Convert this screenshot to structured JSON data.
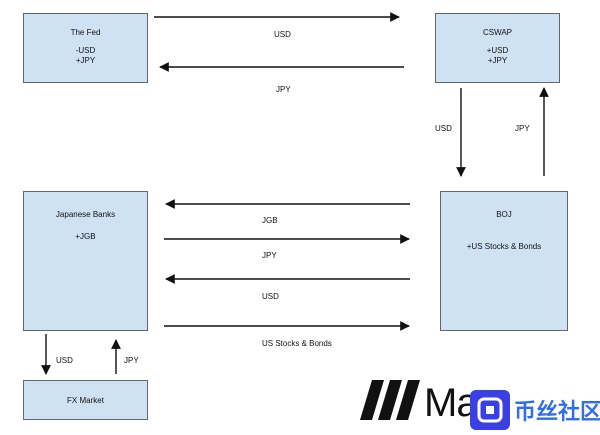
{
  "nodes": {
    "fed": {
      "title": "The Fed",
      "lines": [
        "-USD",
        "+JPY"
      ]
    },
    "cswap": {
      "title": "CSWAP",
      "lines": [
        "+USD",
        "+JPY"
      ]
    },
    "japanese_banks": {
      "title": "Japanese Banks",
      "lines": [
        "+JGB"
      ]
    },
    "boj": {
      "title": "BOJ",
      "lines": [
        "+US Stocks & Bonds"
      ]
    },
    "fx_market": {
      "title": "FX Market"
    }
  },
  "edges": {
    "fed_to_cswap": "USD",
    "cswap_to_fed": "JPY",
    "cswap_to_boj": "USD",
    "boj_to_cswap": "JPY",
    "boj_to_banks_jgb": "JGB",
    "banks_to_boj_jpy": "JPY",
    "boj_to_banks_usd": "USD",
    "banks_to_boj_stocks": "US Stocks & Bonds",
    "banks_to_fx": "USD",
    "fx_to_banks": "JPY"
  },
  "watermark": {
    "logo_text": "Macr",
    "community_text": "币丝社区"
  },
  "colors": {
    "node_fill": "#cfe2f3",
    "node_border": "#666666",
    "arrow": "#111111",
    "watermark_blue": "#2f6df0"
  }
}
